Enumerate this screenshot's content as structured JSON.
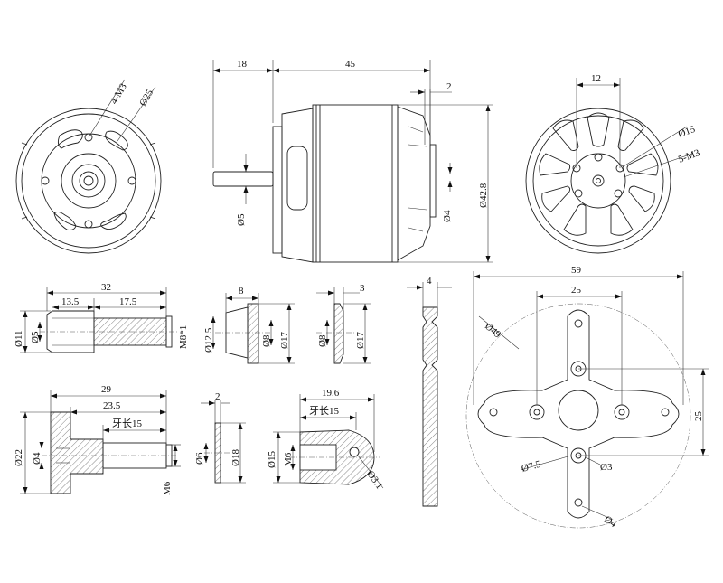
{
  "dimensions": {
    "top_side_left": "18",
    "top_side_mid": "45",
    "top_side_small": "2",
    "shaft_dia": "Ø5",
    "rear_dia": "Ø4",
    "body_dia": "Ø42.8",
    "front_holes": "4-M3",
    "front_pcd": "Ø25",
    "rear_width": "12",
    "rear_pcd": "Ø15",
    "rear_holes": "5-M3",
    "adapter1_len": "32",
    "adapter1_a": "13.5",
    "adapter1_b": "17.5",
    "adapter1_d1": "Ø11",
    "adapter1_d2": "Ø5",
    "adapter1_thread": "M8*1",
    "ring1_w": "8",
    "ring1_d1": "Ø12.5",
    "ring1_d2": "Ø8",
    "ring1_d3": "Ø17",
    "ring2_w": "3",
    "ring2_d1": "Ø8",
    "ring2_d2": "Ø17",
    "plate_t": "4",
    "mount_w": "59",
    "mount_c": "25",
    "mount_d": "Ø49",
    "mount_h": "25",
    "mount_h1": "Ø7.5",
    "mount_h2": "Ø3",
    "mount_h3": "Ø4",
    "adapter2_len": "29",
    "adapter2_a": "23.5",
    "adapter2_thread_len": "牙长15",
    "adapter2_d1": "Ø22",
    "adapter2_d2": "Ø4",
    "adapter2_m": "M6",
    "washer_w": "2",
    "washer_d1": "Ø6",
    "washer_d2": "Ø18",
    "cone_len": "19.6",
    "cone_thread_len": "牙长15",
    "cone_d": "Ø15",
    "cone_m": "M6",
    "cone_hole": "Ø3.1"
  }
}
